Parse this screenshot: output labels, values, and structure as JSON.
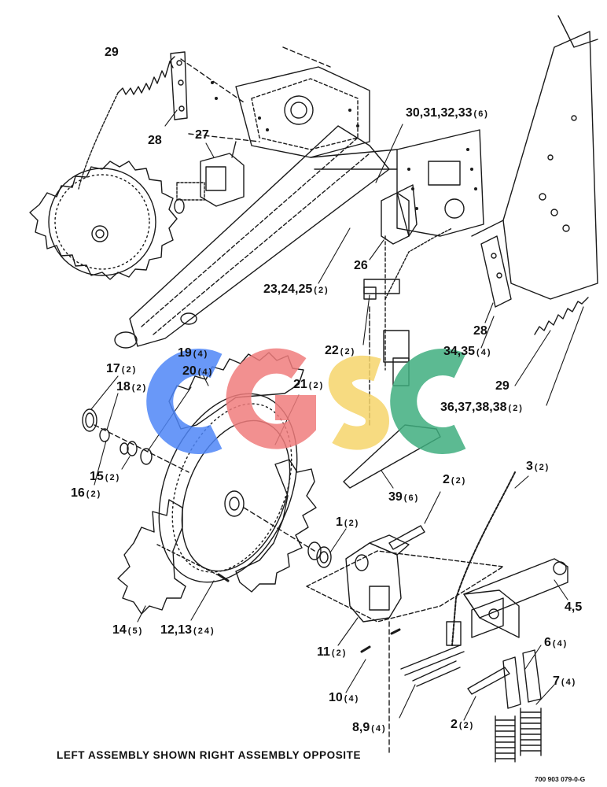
{
  "callouts": [
    {
      "id": "c29a",
      "num": "29",
      "qty": ""
    },
    {
      "id": "c28a",
      "num": "28",
      "qty": ""
    },
    {
      "id": "c27",
      "num": "27",
      "qty": ""
    },
    {
      "id": "c30",
      "num": "30,31,32,33",
      "qty": "(6)"
    },
    {
      "id": "c26",
      "num": "26",
      "qty": ""
    },
    {
      "id": "c23",
      "num": "23,24,25",
      "qty": "(2)"
    },
    {
      "id": "c28b",
      "num": "28",
      "qty": ""
    },
    {
      "id": "c34",
      "num": "34,35",
      "qty": "(4)"
    },
    {
      "id": "c22",
      "num": "22",
      "qty": "(2)"
    },
    {
      "id": "c29b",
      "num": "29",
      "qty": ""
    },
    {
      "id": "c19",
      "num": "19",
      "qty": "(4)"
    },
    {
      "id": "c20",
      "num": "20",
      "qty": "(4)"
    },
    {
      "id": "c17",
      "num": "17",
      "qty": "(2)"
    },
    {
      "id": "c18",
      "num": "18",
      "qty": "(2)"
    },
    {
      "id": "c21",
      "num": "21",
      "qty": "(2)"
    },
    {
      "id": "c36",
      "num": "36,37,38,38",
      "qty": "(2)"
    },
    {
      "id": "c15",
      "num": "15",
      "qty": "(2)"
    },
    {
      "id": "c16",
      "num": "16",
      "qty": "(2)"
    },
    {
      "id": "c39",
      "num": "39",
      "qty": "(6)"
    },
    {
      "id": "c2a",
      "num": "2",
      "qty": "(2)"
    },
    {
      "id": "c3",
      "num": "3",
      "qty": "(2)"
    },
    {
      "id": "c1",
      "num": "1",
      "qty": "(2)"
    },
    {
      "id": "c45",
      "num": "4,5",
      "qty": ""
    },
    {
      "id": "c14",
      "num": "14",
      "qty": "(5)"
    },
    {
      "id": "c12",
      "num": "12,13",
      "qty": "(24)"
    },
    {
      "id": "c11",
      "num": "11",
      "qty": "(2)"
    },
    {
      "id": "c6",
      "num": "6",
      "qty": "(4)"
    },
    {
      "id": "c7",
      "num": "7",
      "qty": "(4)"
    },
    {
      "id": "c10",
      "num": "10",
      "qty": "(4)"
    },
    {
      "id": "c8",
      "num": "8,9",
      "qty": "(4)"
    },
    {
      "id": "c2b",
      "num": "2",
      "qty": "(2)"
    }
  ],
  "caption": "LEFT ASSEMBLY SHOWN RIGHT ASSEMBLY OPPOSITE",
  "drawing_number": "700 903 079-0-G",
  "watermark": {
    "letters": [
      "C",
      "G",
      "S",
      "C"
    ],
    "colors": [
      "#4f86f7",
      "#f07c7c",
      "#f6d56b",
      "#3fae7f"
    ]
  }
}
